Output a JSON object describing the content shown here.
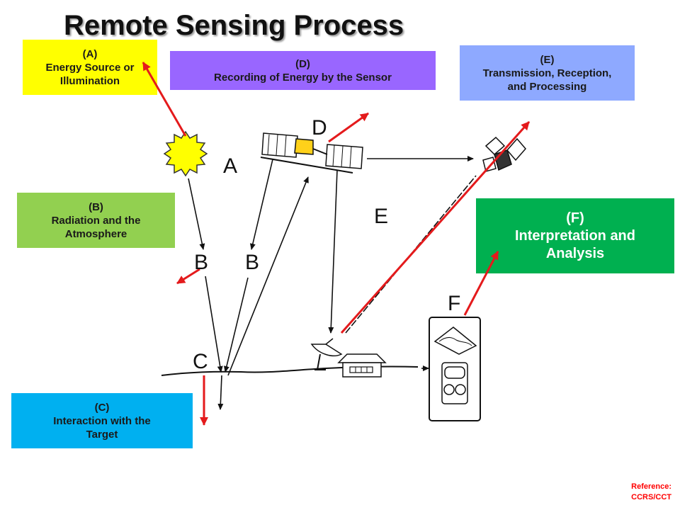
{
  "title": "Remote Sensing Process",
  "boxes": {
    "a": {
      "line1": "(A)",
      "line2": "Energy Source or",
      "line3": "Illumination"
    },
    "d": {
      "line1": "(D)",
      "line2": "Recording of Energy by the Sensor"
    },
    "e": {
      "line1": "(E)",
      "line2": "Transmission, Reception,",
      "line3": "and Processing"
    },
    "b": {
      "line1": "(B)",
      "line2": "Radiation and the",
      "line3": "Atmosphere"
    },
    "c": {
      "line1": "(C)",
      "line2": "Interaction with the",
      "line3": "Target"
    },
    "f": {
      "line1": "(F)",
      "line2": "Interpretation and",
      "line3": "Analysis"
    }
  },
  "diagram_labels": {
    "a": "A",
    "b1": "B",
    "b2": "B",
    "c": "C",
    "d": "D",
    "e": "E",
    "f": "F"
  },
  "reference": {
    "line1": "Reference:",
    "line2": "CCRS/CCT"
  },
  "colors": {
    "arrow": "#e41a1c",
    "box_a": "#ffff00",
    "box_d": "#9966ff",
    "box_e": "#8ea9ff",
    "box_b": "#92d050",
    "box_c": "#00b0f0",
    "box_f": "#00b050"
  }
}
